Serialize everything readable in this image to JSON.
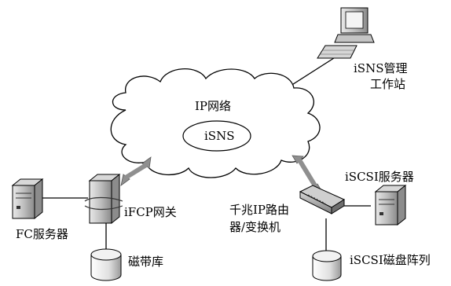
{
  "cloud_label": "IP网络",
  "isns_label": "iSNS",
  "isns_station_label_line1": "iSNS管理",
  "isns_station_label_line2": "工作站",
  "fc_server_label": "FC服务器",
  "ifcp_gateway_label": "iFCP网关",
  "tape_library_label": "磁带库",
  "router_label_line1": "千兆IP路由",
  "router_label_line2": "器/变换机",
  "iscsi_server_label": "iSCSI服务器",
  "iscsi_array_label": "iSCSI磁盘阵列"
}
